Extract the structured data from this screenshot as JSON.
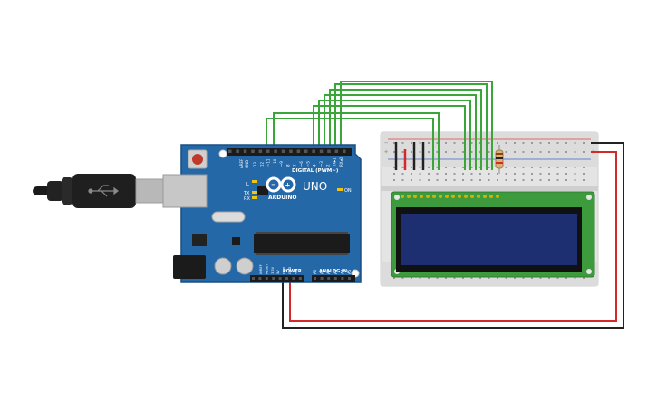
{
  "arduino": {
    "logo": "UNO",
    "brand": "ARDUINO",
    "digital_label": "DIGITAL (PWM~)",
    "power_label": "POWER",
    "analog_label": "ANALOG IN",
    "on_label": "ON",
    "tx_label": "TX",
    "rx_label": "RX",
    "l_label": "L",
    "aref": "AREF",
    "gnd": "GND",
    "digital_pins": [
      "13",
      "12",
      "~11",
      "~10",
      "~9",
      "8",
      "7",
      "~6",
      "~5",
      "4",
      "~3",
      "2",
      "TX▸1",
      "RX◂0"
    ],
    "power_pins": [
      "IOREF",
      "RESET",
      "3.3V",
      "5V",
      "GND",
      "GND",
      "Vin"
    ],
    "analog_pins": [
      "A0",
      "A1",
      "A2",
      "A3",
      "A4",
      "A5"
    ]
  },
  "breadboard": {
    "rail_plus": "+",
    "rail_minus": "−"
  },
  "colors": {
    "board": "#2468a8",
    "board_dark": "#1a4f82",
    "wire_green": "#3aa63a",
    "wire_red": "#d62828",
    "wire_black": "#222222",
    "lcd_pcb": "#3d9b3d",
    "lcd_screen": "#1d2f70"
  },
  "icons": {
    "usb_cable": "usb-plug-icon",
    "reset": "reset-button-icon",
    "logo": "arduino-infinity-icon"
  }
}
